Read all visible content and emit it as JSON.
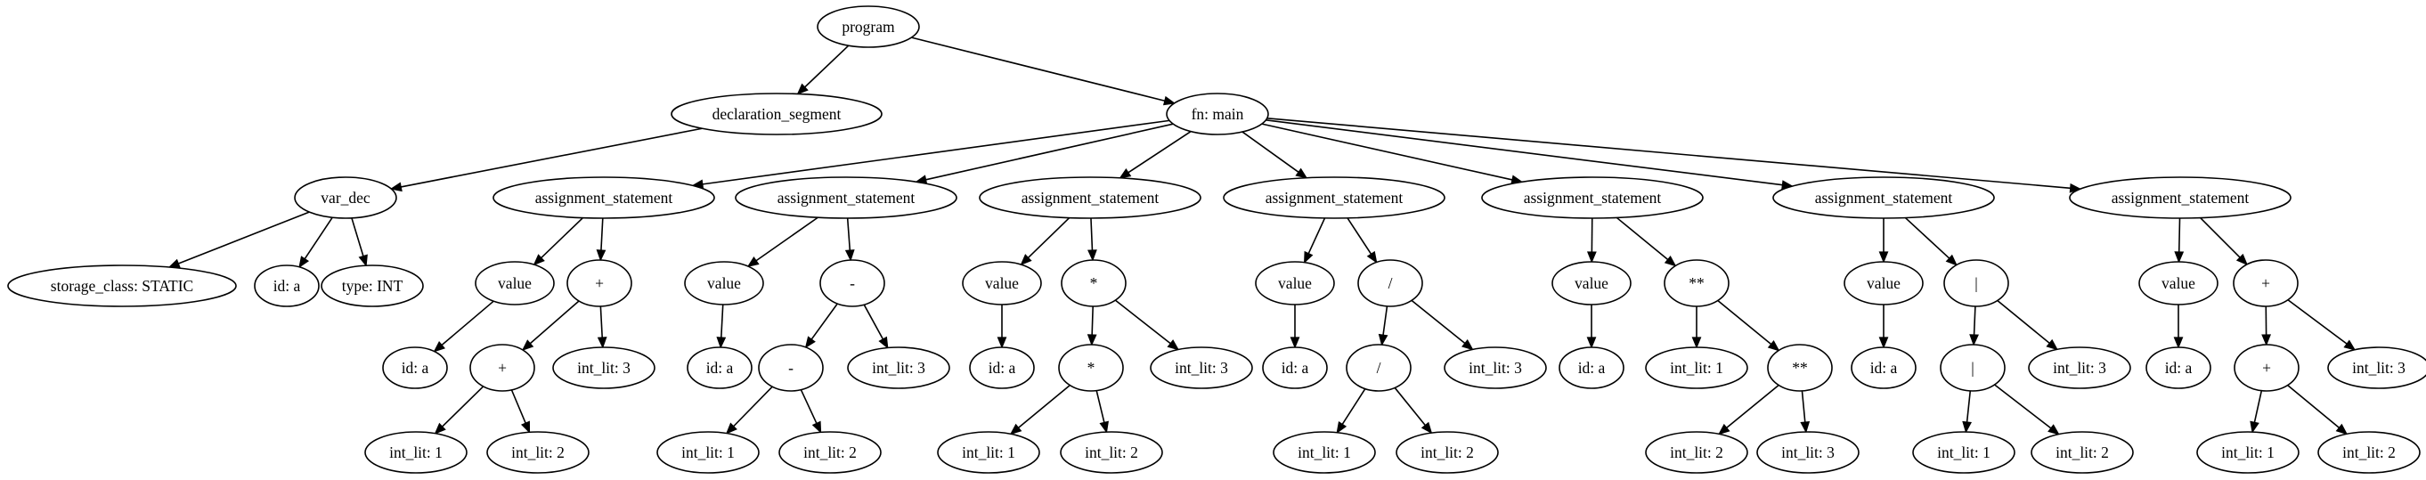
{
  "diagram": {
    "type": "tree",
    "nodes": [
      {
        "id": "program",
        "label": "program"
      },
      {
        "id": "decl",
        "label": "declaration_segment"
      },
      {
        "id": "fn",
        "label": "fn: main"
      },
      {
        "id": "vardec",
        "label": "var_dec"
      },
      {
        "id": "storage",
        "label": "storage_class: STATIC"
      },
      {
        "id": "vd_id",
        "label": "id: a"
      },
      {
        "id": "vd_type",
        "label": "type: INT"
      },
      {
        "id": "as1",
        "label": "assignment_statement"
      },
      {
        "id": "as1_val",
        "label": "value"
      },
      {
        "id": "as1_op",
        "label": "+"
      },
      {
        "id": "as1_id",
        "label": "id: a"
      },
      {
        "id": "as1_op2",
        "label": "+"
      },
      {
        "id": "as1_l3",
        "label": "int_lit: 3"
      },
      {
        "id": "as1_l1",
        "label": "int_lit: 1"
      },
      {
        "id": "as1_l2",
        "label": "int_lit: 2"
      },
      {
        "id": "as2",
        "label": "assignment_statement"
      },
      {
        "id": "as2_val",
        "label": "value"
      },
      {
        "id": "as2_op",
        "label": "-"
      },
      {
        "id": "as2_id",
        "label": "id: a"
      },
      {
        "id": "as2_op2",
        "label": "-"
      },
      {
        "id": "as2_l3",
        "label": "int_lit: 3"
      },
      {
        "id": "as2_l1",
        "label": "int_lit: 1"
      },
      {
        "id": "as2_l2",
        "label": "int_lit: 2"
      },
      {
        "id": "as3",
        "label": "assignment_statement"
      },
      {
        "id": "as3_val",
        "label": "value"
      },
      {
        "id": "as3_op",
        "label": "*"
      },
      {
        "id": "as3_id",
        "label": "id: a"
      },
      {
        "id": "as3_op2",
        "label": "*"
      },
      {
        "id": "as3_l3",
        "label": "int_lit: 3"
      },
      {
        "id": "as3_l1",
        "label": "int_lit: 1"
      },
      {
        "id": "as3_l2",
        "label": "int_lit: 2"
      },
      {
        "id": "as4",
        "label": "assignment_statement"
      },
      {
        "id": "as4_val",
        "label": "value"
      },
      {
        "id": "as4_op",
        "label": "/"
      },
      {
        "id": "as4_id",
        "label": "id: a"
      },
      {
        "id": "as4_op2",
        "label": "/"
      },
      {
        "id": "as4_l3",
        "label": "int_lit: 3"
      },
      {
        "id": "as4_l1",
        "label": "int_lit: 1"
      },
      {
        "id": "as4_l2",
        "label": "int_lit: 2"
      },
      {
        "id": "as5",
        "label": "assignment_statement"
      },
      {
        "id": "as5_val",
        "label": "value"
      },
      {
        "id": "as5_op",
        "label": "**"
      },
      {
        "id": "as5_id",
        "label": "id: a"
      },
      {
        "id": "as5_l1",
        "label": "int_lit: 1"
      },
      {
        "id": "as5_op2",
        "label": "**"
      },
      {
        "id": "as5_l2",
        "label": "int_lit: 2"
      },
      {
        "id": "as5_l3",
        "label": "int_lit: 3"
      },
      {
        "id": "as6",
        "label": "assignment_statement"
      },
      {
        "id": "as6_val",
        "label": "value"
      },
      {
        "id": "as6_op",
        "label": "|"
      },
      {
        "id": "as6_id",
        "label": "id: a"
      },
      {
        "id": "as6_op2",
        "label": "|"
      },
      {
        "id": "as6_l3",
        "label": "int_lit: 3"
      },
      {
        "id": "as6_l1",
        "label": "int_lit: 1"
      },
      {
        "id": "as6_l2",
        "label": "int_lit: 2"
      },
      {
        "id": "as7",
        "label": "assignment_statement"
      },
      {
        "id": "as7_val",
        "label": "value"
      },
      {
        "id": "as7_op",
        "label": "+"
      },
      {
        "id": "as7_id",
        "label": "id: a"
      },
      {
        "id": "as7_op2",
        "label": "+"
      },
      {
        "id": "as7_l3",
        "label": "int_lit: 3"
      },
      {
        "id": "as7_l1",
        "label": "int_lit: 1"
      },
      {
        "id": "as7_l2",
        "label": "int_lit: 2"
      }
    ],
    "edges": [
      [
        "program",
        "decl"
      ],
      [
        "program",
        "fn"
      ],
      [
        "decl",
        "vardec"
      ],
      [
        "vardec",
        "storage"
      ],
      [
        "vardec",
        "vd_id"
      ],
      [
        "vardec",
        "vd_type"
      ],
      [
        "fn",
        "as1"
      ],
      [
        "fn",
        "as2"
      ],
      [
        "fn",
        "as3"
      ],
      [
        "fn",
        "as4"
      ],
      [
        "fn",
        "as5"
      ],
      [
        "fn",
        "as6"
      ],
      [
        "fn",
        "as7"
      ],
      [
        "as1",
        "as1_val"
      ],
      [
        "as1",
        "as1_op"
      ],
      [
        "as1_val",
        "as1_id"
      ],
      [
        "as1_op",
        "as1_op2"
      ],
      [
        "as1_op",
        "as1_l3"
      ],
      [
        "as1_op2",
        "as1_l1"
      ],
      [
        "as1_op2",
        "as1_l2"
      ],
      [
        "as2",
        "as2_val"
      ],
      [
        "as2",
        "as2_op"
      ],
      [
        "as2_val",
        "as2_id"
      ],
      [
        "as2_op",
        "as2_op2"
      ],
      [
        "as2_op",
        "as2_l3"
      ],
      [
        "as2_op2",
        "as2_l1"
      ],
      [
        "as2_op2",
        "as2_l2"
      ],
      [
        "as3",
        "as3_val"
      ],
      [
        "as3",
        "as3_op"
      ],
      [
        "as3_val",
        "as3_id"
      ],
      [
        "as3_op",
        "as3_op2"
      ],
      [
        "as3_op",
        "as3_l3"
      ],
      [
        "as3_op2",
        "as3_l1"
      ],
      [
        "as3_op2",
        "as3_l2"
      ],
      [
        "as4",
        "as4_val"
      ],
      [
        "as4",
        "as4_op"
      ],
      [
        "as4_val",
        "as4_id"
      ],
      [
        "as4_op",
        "as4_op2"
      ],
      [
        "as4_op",
        "as4_l3"
      ],
      [
        "as4_op2",
        "as4_l1"
      ],
      [
        "as4_op2",
        "as4_l2"
      ],
      [
        "as5",
        "as5_val"
      ],
      [
        "as5",
        "as5_op"
      ],
      [
        "as5_val",
        "as5_id"
      ],
      [
        "as5_op",
        "as5_l1"
      ],
      [
        "as5_op",
        "as5_op2"
      ],
      [
        "as5_op2",
        "as5_l2"
      ],
      [
        "as5_op2",
        "as5_l3"
      ],
      [
        "as6",
        "as6_val"
      ],
      [
        "as6",
        "as6_op"
      ],
      [
        "as6_val",
        "as6_id"
      ],
      [
        "as6_op",
        "as6_op2"
      ],
      [
        "as6_op",
        "as6_l3"
      ],
      [
        "as6_op2",
        "as6_l1"
      ],
      [
        "as6_op2",
        "as6_l2"
      ],
      [
        "as7",
        "as7_val"
      ],
      [
        "as7",
        "as7_op"
      ],
      [
        "as7_val",
        "as7_id"
      ],
      [
        "as7_op",
        "as7_op2"
      ],
      [
        "as7_op",
        "as7_l3"
      ],
      [
        "as7_op2",
        "as7_l1"
      ],
      [
        "as7_op2",
        "as7_l2"
      ]
    ]
  }
}
